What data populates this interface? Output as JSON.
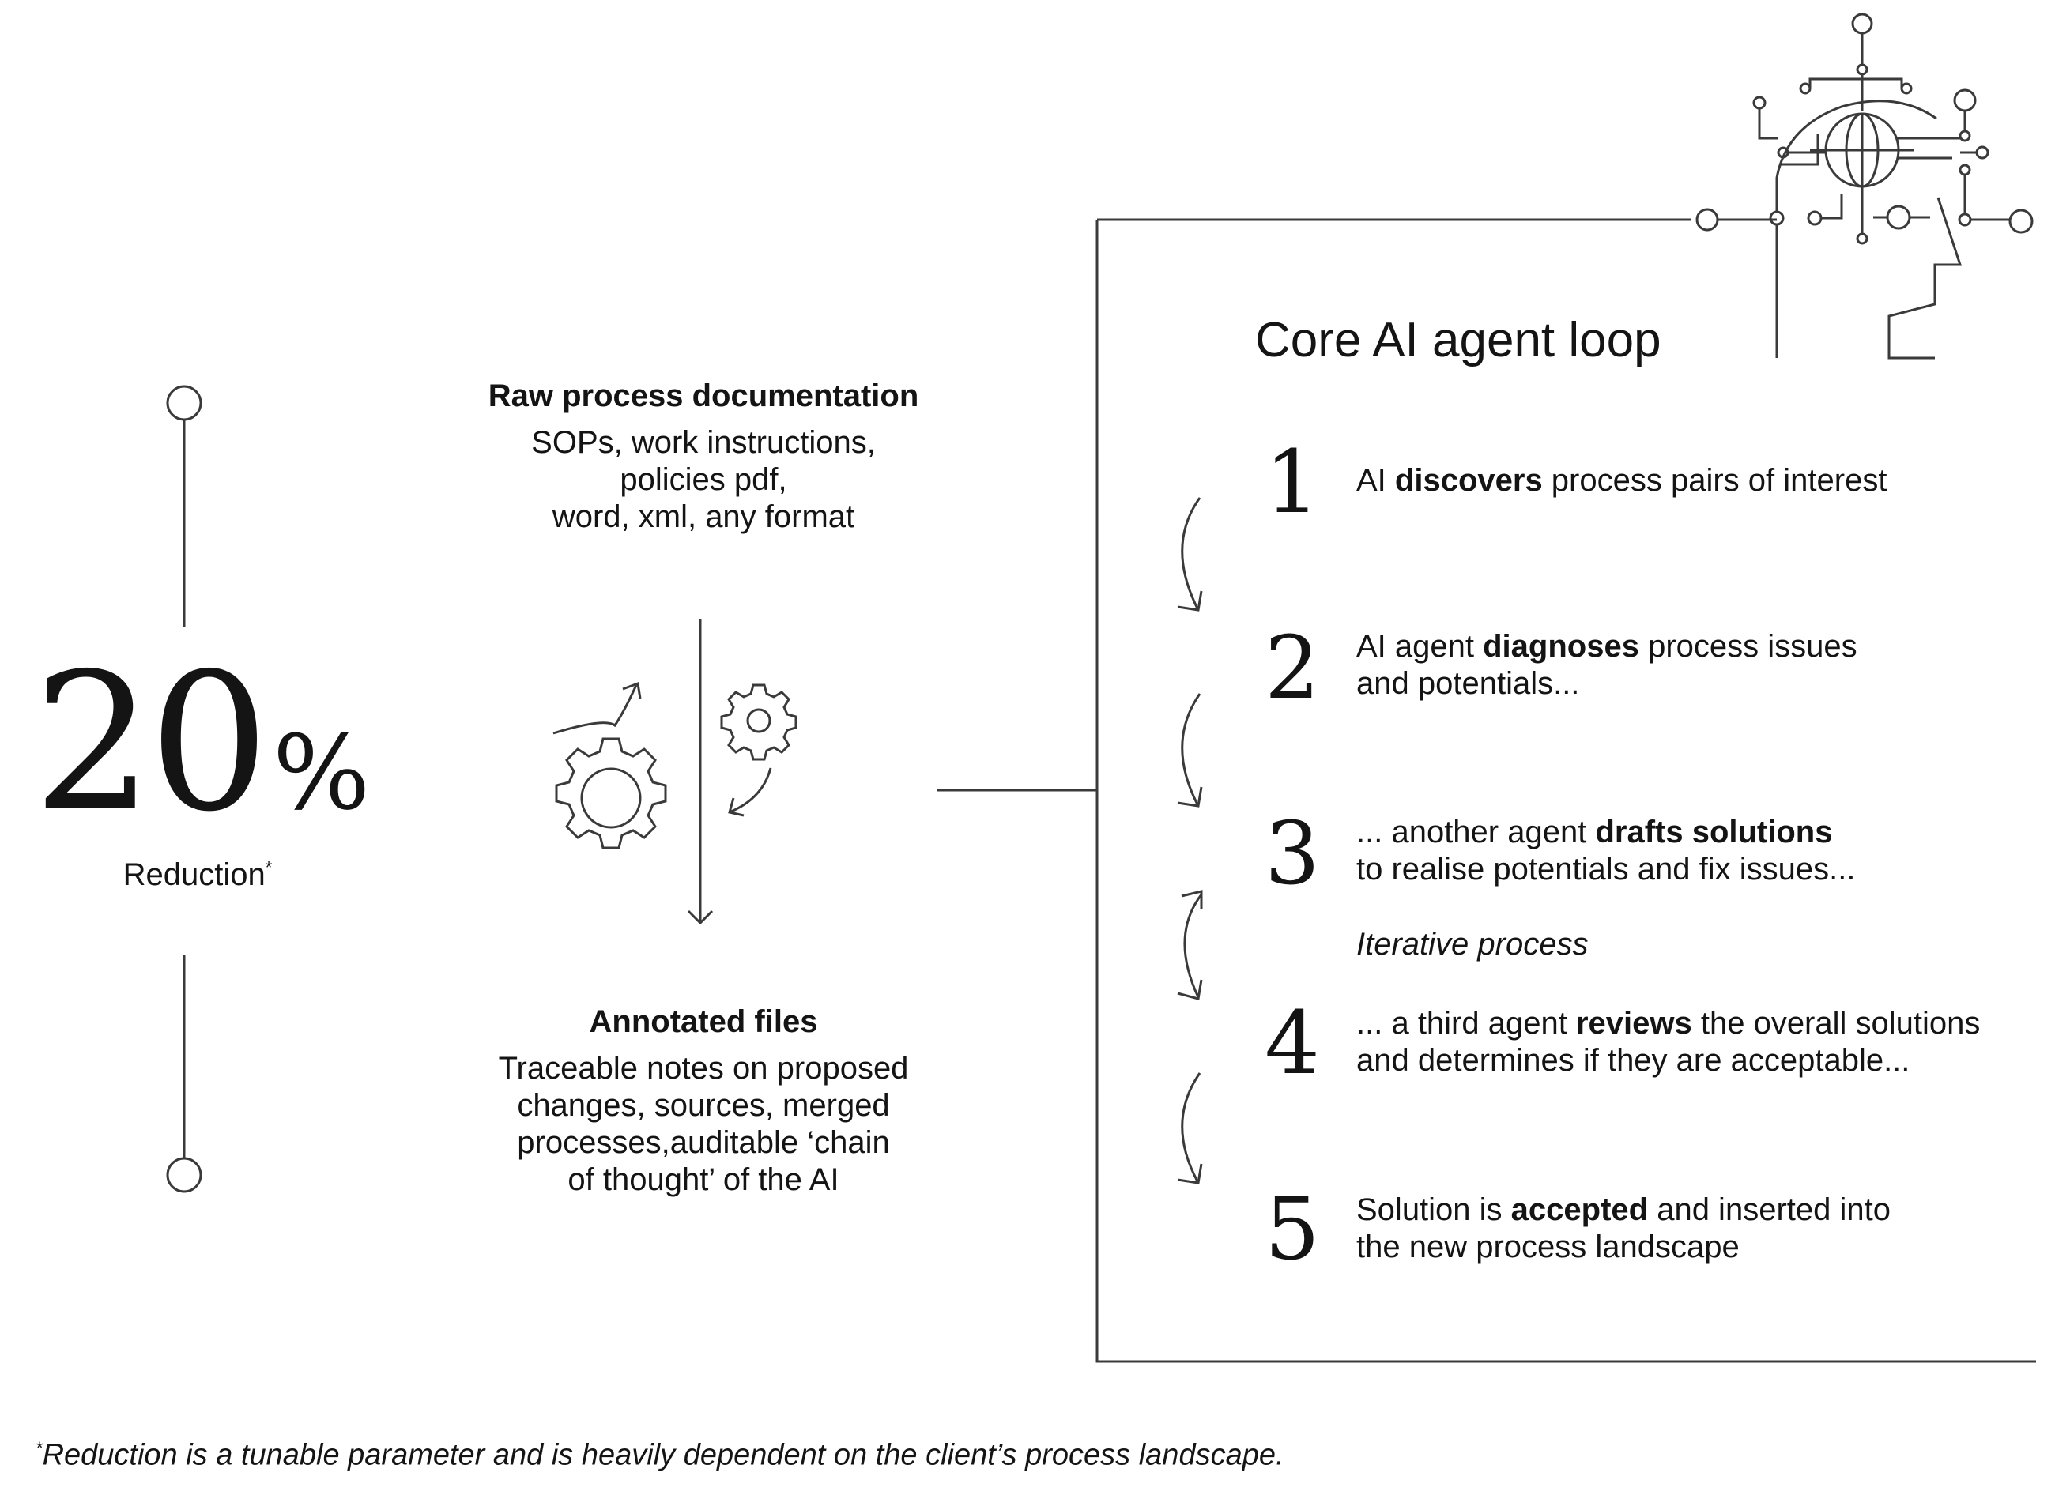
{
  "stat": {
    "number": "20",
    "unit": "%",
    "label": "Reduction",
    "marker": "*"
  },
  "input_doc": {
    "title": "Raw process documentation",
    "text": "SOPs, work instructions,\npolicies pdf,\nword, xml, any format"
  },
  "output_doc": {
    "title": "Annotated files",
    "text": "Traceable notes on proposed\nchanges, sources, merged\nprocesses,auditable ‘chain\nof thought’ of the AI"
  },
  "loop": {
    "title": "Core AI agent loop",
    "iterative_label": "Iterative process",
    "steps": [
      {
        "num": "1",
        "line1_pre": "AI ",
        "line1_bold": "discovers",
        "line1_post": " process pairs of interest",
        "line2": ""
      },
      {
        "num": "2",
        "line1_pre": "AI agent ",
        "line1_bold": "diagnoses",
        "line1_post": " process issues",
        "line2": "and potentials..."
      },
      {
        "num": "3",
        "line1_pre": "... another agent ",
        "line1_bold": "drafts solutions",
        "line1_post": "",
        "line2": "to realise potentials and fix issues..."
      },
      {
        "num": "4",
        "line1_pre": "... a third agent ",
        "line1_bold": "reviews",
        "line1_post": " the overall solutions",
        "line2": "and determines if they are acceptable..."
      },
      {
        "num": "5",
        "line1_pre": "Solution is ",
        "line1_bold": "accepted",
        "line1_post": " and inserted into",
        "line2": "the new process landscape"
      }
    ]
  },
  "footnote": {
    "marker": "*",
    "text": "Reduction is a tunable parameter and is heavily dependent on the client’s process landscape."
  },
  "colors": {
    "ink": "#141414",
    "line": "#3a3a3a"
  },
  "icons": [
    "timeline-node-icon",
    "gears-transform-icon",
    "down-arrow-icon",
    "loop-arrow-icon",
    "ai-head-circuit-icon"
  ]
}
